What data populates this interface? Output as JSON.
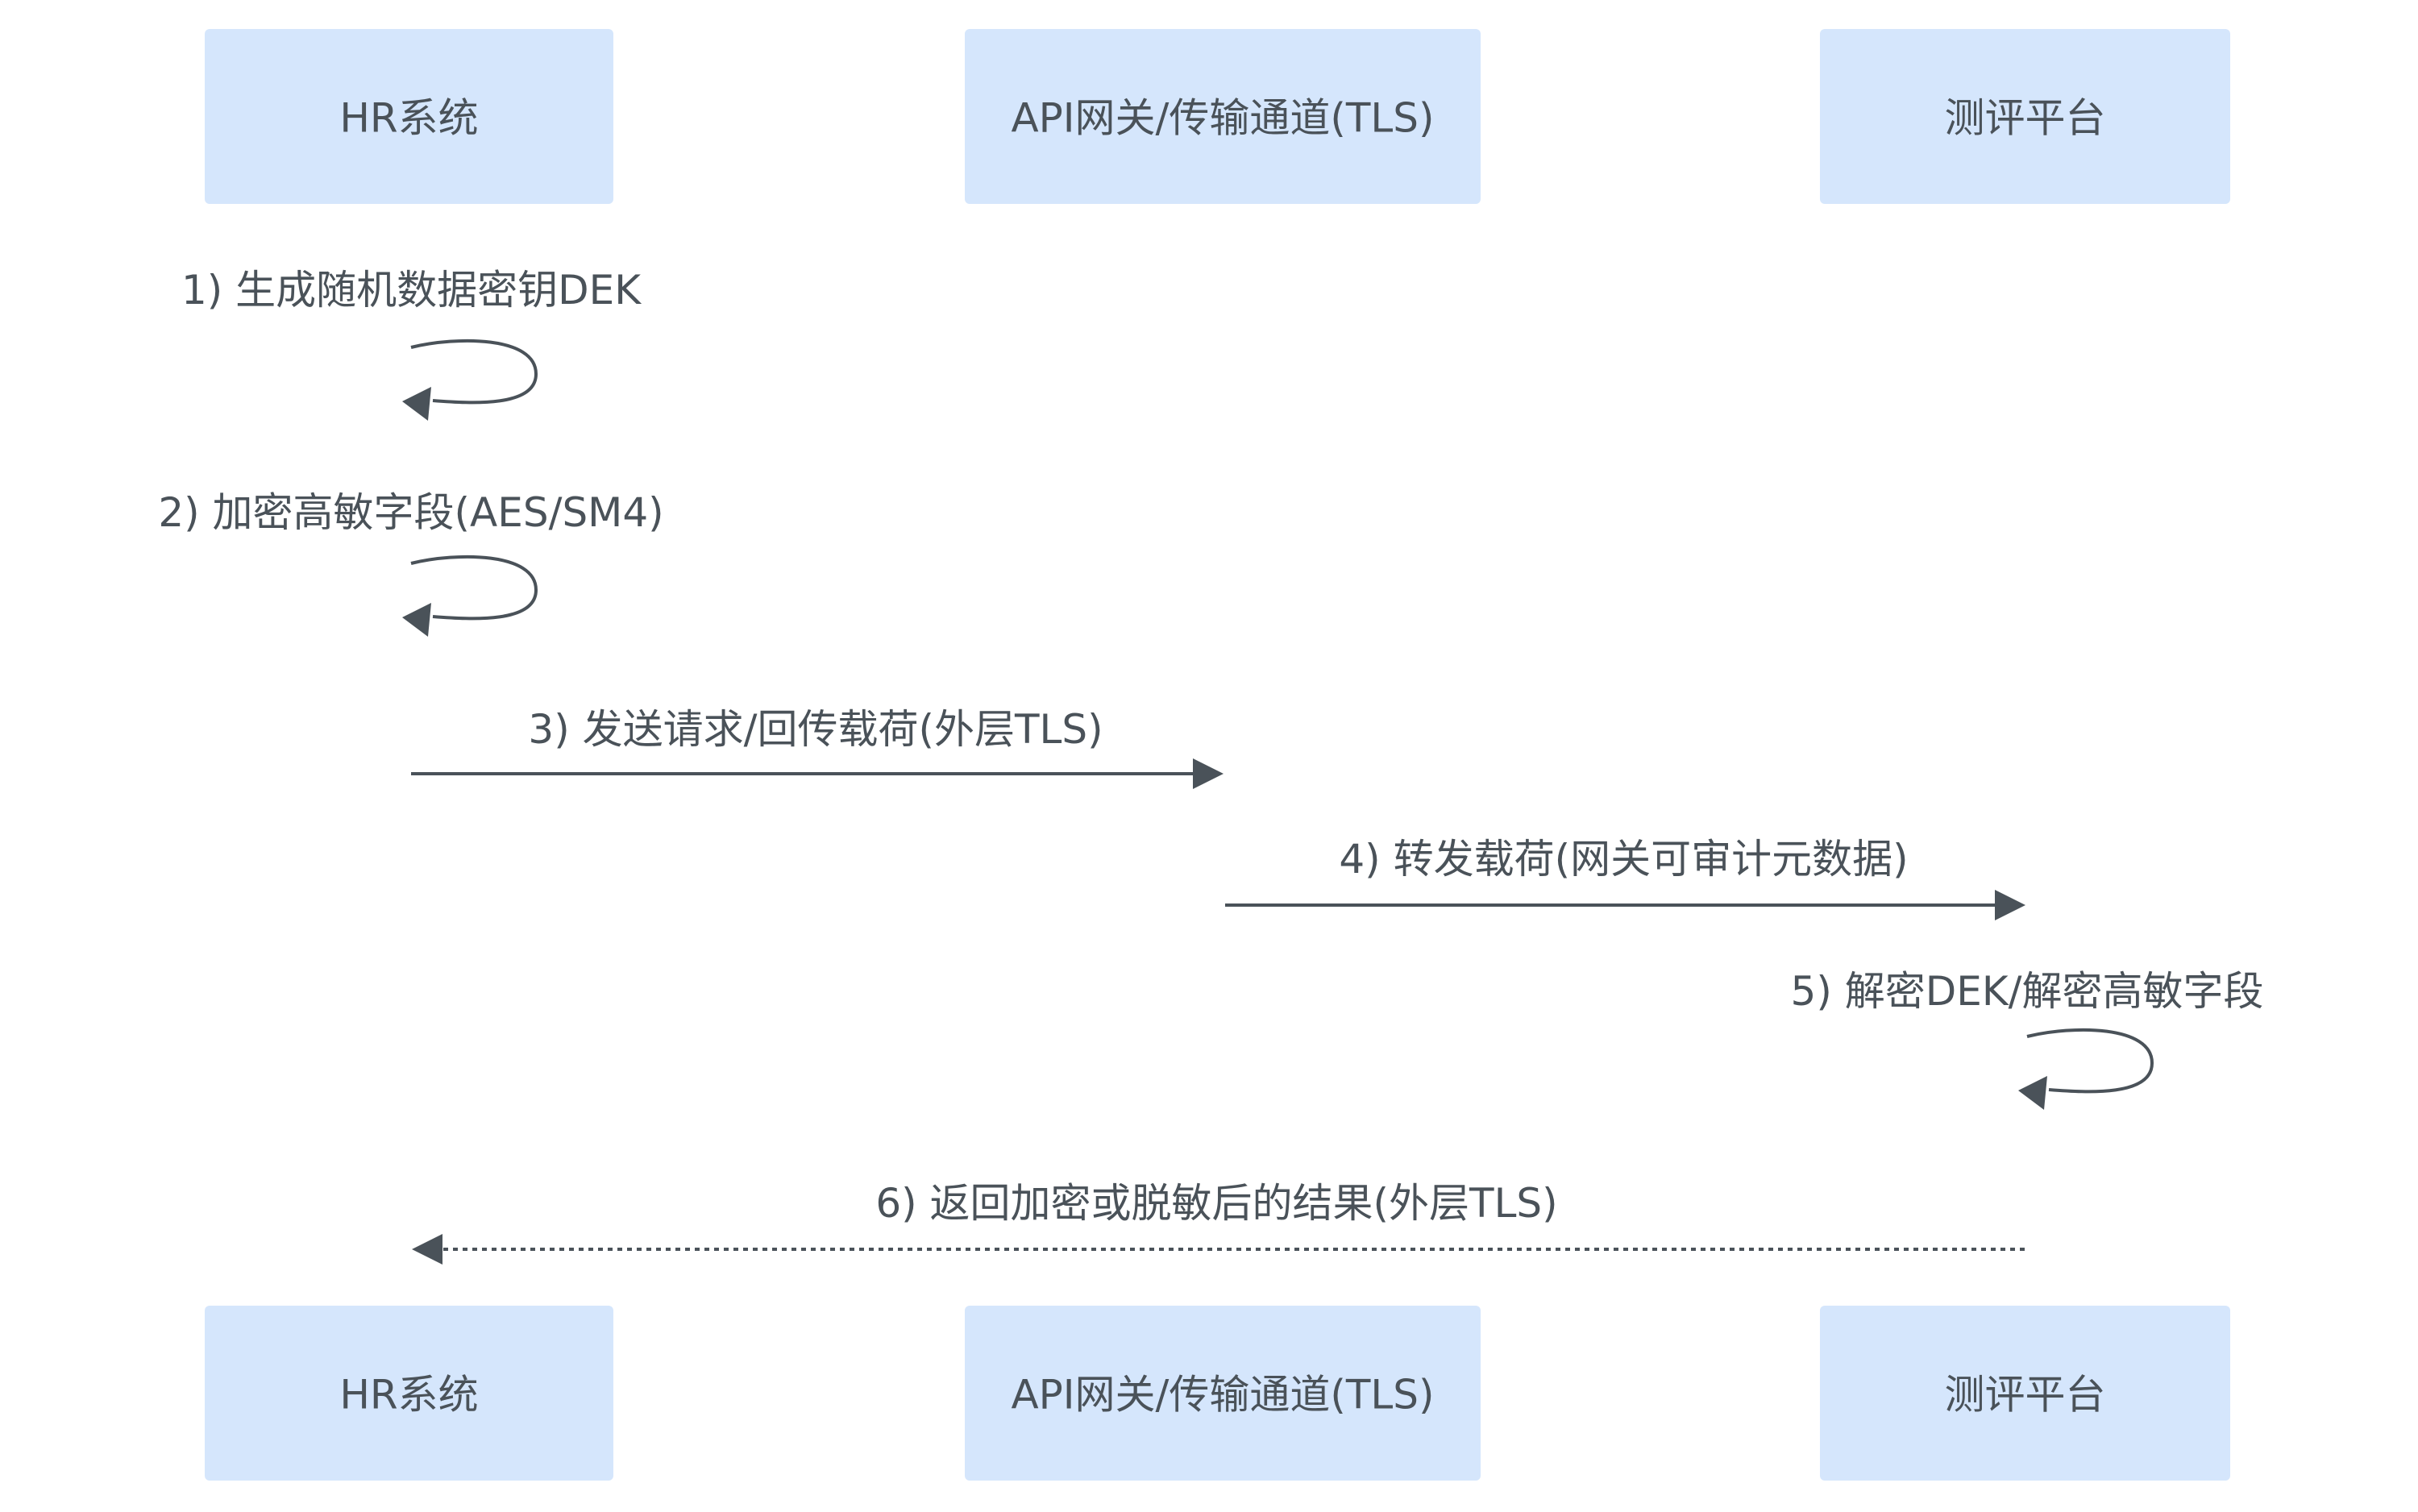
{
  "diagram": {
    "type": "sequence",
    "colors": {
      "actor_fill": "#d5e6fc",
      "text": "#4a5259",
      "line": "#4a5259"
    },
    "participants": [
      {
        "id": "hr",
        "label": "HR系统"
      },
      {
        "id": "gw",
        "label": "API网关/传输通道(TLS)"
      },
      {
        "id": "eval",
        "label": "测评平台"
      }
    ],
    "messages": [
      {
        "from": "hr",
        "to": "hr",
        "label": "1) 生成随机数据密钥DEK",
        "style": "solid",
        "kind": "self"
      },
      {
        "from": "hr",
        "to": "hr",
        "label": "2) 加密高敏字段(AES/SM4)",
        "style": "solid",
        "kind": "self"
      },
      {
        "from": "hr",
        "to": "gw",
        "label": "3) 发送请求/回传载荷(外层TLS)",
        "style": "solid",
        "kind": "sync"
      },
      {
        "from": "gw",
        "to": "eval",
        "label": "4) 转发载荷(网关可审计元数据)",
        "style": "solid",
        "kind": "sync"
      },
      {
        "from": "eval",
        "to": "eval",
        "label": "5) 解密DEK/解密高敏字段",
        "style": "solid",
        "kind": "self"
      },
      {
        "from": "eval",
        "to": "hr",
        "label": "6) 返回加密或脱敏后的结果(外层TLS)",
        "style": "dotted",
        "kind": "reply"
      }
    ]
  }
}
